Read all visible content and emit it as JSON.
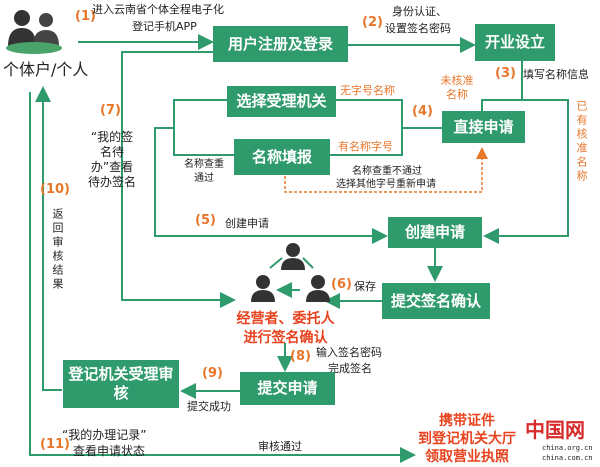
{
  "actor": {
    "label": "个体户/个人"
  },
  "steps": {
    "s1": {
      "num": "(1)",
      "line1": "进入云南省个体全程电子化",
      "line2": "登记手机APP"
    },
    "s2": {
      "num": "(2)",
      "line1": "身份认证、",
      "line2": "设置签名密码"
    },
    "s3": {
      "num": "(3)",
      "text": "填写名称信息"
    },
    "s4": {
      "num": "(4)"
    },
    "s5": {
      "num": "(5)",
      "text": "创建申请"
    },
    "s6": {
      "num": "(6)",
      "text": "保存"
    },
    "s7": {
      "num": "(7)",
      "text": "“我的签名待办”查看待办签名"
    },
    "s8": {
      "num": "(8)",
      "line1": "输入签名密码",
      "line2": "完成签名"
    },
    "s9": {
      "num": "(9)",
      "text": "提交成功"
    },
    "s10": {
      "num": "(10)",
      "text": "返回审核结果"
    },
    "s11": {
      "num": "(11)",
      "line1": "“我的办理记录”",
      "line2": "查看申请状态",
      "pass": "审核通过"
    }
  },
  "boxes": {
    "register": "用户注册及登录",
    "open": "开业设立",
    "select_agency": "选择受理机关",
    "name_report": "名称填报",
    "direct_apply": "直接申请",
    "create_apply": "创建申请",
    "submit_sign": "提交签名确认",
    "submit_apply": "提交申请",
    "review": "登记机关受理审核"
  },
  "labels": {
    "no_brand": "无字号名称",
    "has_brand": "有名称字号",
    "unapproved": "未核准名称",
    "approved": "已有核准名称",
    "check_pass": "名称查重通过",
    "check_fail1": "名称查重不通过",
    "check_fail2": "选择其他字号重新申请",
    "signers1": "经营者、委托人",
    "signers2": "进行签名确认",
    "final1": "携带证件",
    "final2": "到登记机关大厅",
    "final3": "领取营业执照"
  },
  "logo": {
    "text": "中国网",
    "domain1": "china.org.cn",
    "domain2": "china.com.cn"
  },
  "colors": {
    "green": "#2f9a6c",
    "orange": "#e8762b",
    "red": "#e8431f"
  }
}
